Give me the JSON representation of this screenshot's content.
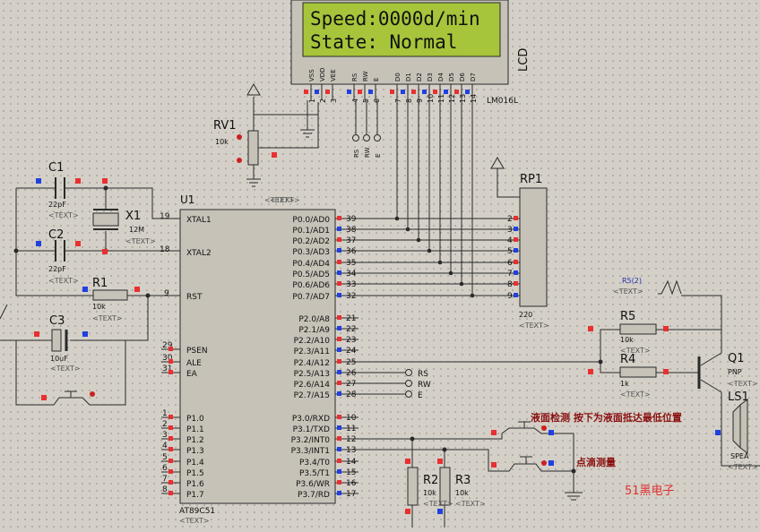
{
  "lcd": {
    "line1": "Speed:0000d/min",
    "line2": "State: Normal",
    "pin_labels": [
      "VSS",
      "VDD",
      "VEE",
      "RS",
      "RW",
      "E",
      "D0",
      "D1",
      "D2",
      "D3",
      "D4",
      "D5",
      "D6",
      "D7"
    ],
    "pin_numbers": [
      "1",
      "2",
      "3",
      "4",
      "5",
      "6",
      "7",
      "8",
      "9",
      "10",
      "11",
      "12",
      "13",
      "14"
    ],
    "ref": "LCD",
    "part": "LM016L",
    "bg_color": "#a6c53a"
  },
  "rv1": {
    "ref": "RV1",
    "value": "10k"
  },
  "c1": {
    "ref": "C1",
    "value": "22pF",
    "text": "<TEXT>"
  },
  "c2": {
    "ref": "C2",
    "value": "22pF",
    "text": "<TEXT>"
  },
  "x1": {
    "ref": "X1",
    "value": "12M",
    "text": "<TEXT>"
  },
  "r1": {
    "ref": "R1",
    "value": "10k",
    "text": "<TEXT>"
  },
  "c3": {
    "ref": "C3",
    "value": "10uF",
    "text": "<TEXT>"
  },
  "u1": {
    "ref": "U1",
    "text": "<TEXT>",
    "part": "AT89C51",
    "part_text": "<TEXT>",
    "left_pins": [
      {
        "num": "19",
        "name": "XTAL1"
      },
      {
        "num": "18",
        "name": "XTAL2"
      },
      {
        "num": "9",
        "name": "RST"
      },
      {
        "num": "29",
        "name": "PSEN"
      },
      {
        "num": "30",
        "name": "ALE"
      },
      {
        "num": "31",
        "name": "EA"
      },
      {
        "num": "1",
        "name": "P1.0"
      },
      {
        "num": "2",
        "name": "P1.1"
      },
      {
        "num": "3",
        "name": "P1.2"
      },
      {
        "num": "4",
        "name": "P1.3"
      },
      {
        "num": "5",
        "name": "P1.4"
      },
      {
        "num": "6",
        "name": "P1.5"
      },
      {
        "num": "7",
        "name": "P1.6"
      },
      {
        "num": "8",
        "name": "P1.7"
      }
    ],
    "right_pins": [
      {
        "num": "39",
        "name": "P0.0/AD0"
      },
      {
        "num": "38",
        "name": "P0.1/AD1"
      },
      {
        "num": "37",
        "name": "P0.2/AD2"
      },
      {
        "num": "36",
        "name": "P0.3/AD3"
      },
      {
        "num": "35",
        "name": "P0.4/AD4"
      },
      {
        "num": "34",
        "name": "P0.5/AD5"
      },
      {
        "num": "33",
        "name": "P0.6/AD6"
      },
      {
        "num": "32",
        "name": "P0.7/AD7"
      },
      {
        "num": "21",
        "name": "P2.0/A8"
      },
      {
        "num": "22",
        "name": "P2.1/A9"
      },
      {
        "num": "23",
        "name": "P2.2/A10"
      },
      {
        "num": "24",
        "name": "P2.3/A11"
      },
      {
        "num": "25",
        "name": "P2.4/A12"
      },
      {
        "num": "26",
        "name": "P2.5/A13"
      },
      {
        "num": "27",
        "name": "P2.6/A14"
      },
      {
        "num": "28",
        "name": "P2.7/A15"
      },
      {
        "num": "10",
        "name": "P3.0/RXD"
      },
      {
        "num": "11",
        "name": "P3.1/TXD"
      },
      {
        "num": "12",
        "name": "P3.2/INT0"
      },
      {
        "num": "13",
        "name": "P3.3/INT1"
      },
      {
        "num": "14",
        "name": "P3.4/T0"
      },
      {
        "num": "15",
        "name": "P3.5/T1"
      },
      {
        "num": "16",
        "name": "P3.6/WR"
      },
      {
        "num": "17",
        "name": "P3.7/RD"
      }
    ]
  },
  "rp1": {
    "ref": "RP1",
    "value": "220",
    "text": "<TEXT>",
    "pins": [
      "2",
      "3",
      "4",
      "5",
      "6",
      "7",
      "8",
      "9"
    ]
  },
  "ctrl_labels": [
    "RS",
    "RW",
    "E"
  ],
  "r5": {
    "ref": "R5",
    "value": "10k",
    "text": "<TEXT>",
    "gen": "R5(2)",
    "gen_text": "<TEXT>"
  },
  "r4": {
    "ref": "R4",
    "value": "1k",
    "text": "<TEXT>"
  },
  "q1": {
    "ref": "Q1",
    "type": "PNP",
    "text": "<TEXT>"
  },
  "ls1": {
    "ref": "LS1",
    "value": "SPEA",
    "text": "<TEXT>"
  },
  "r2": {
    "ref": "R2",
    "value": "10k",
    "text": "<TEXT>"
  },
  "r3": {
    "ref": "R3",
    "value": "10k",
    "text": "<TEXT>"
  },
  "notes": {
    "level": "液面检测 按下为液面抵达最低位置",
    "freq": "点滴测量",
    "brand": "51黑电子"
  },
  "rv_text": "<TEXT>"
}
